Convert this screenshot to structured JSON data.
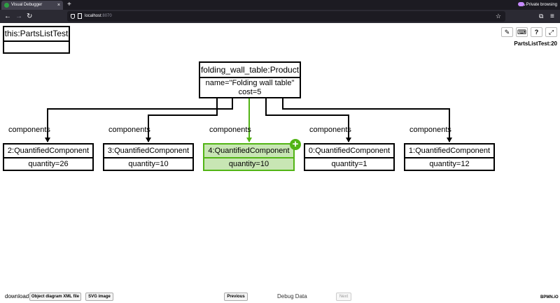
{
  "browser": {
    "tab_title": "Visual Debugger",
    "tab_close": "×",
    "new_tab": "+",
    "tab_list": "⌄",
    "private_label": "Private browsing",
    "url_host": "localhost",
    "url_port": ":8070",
    "nav": {
      "back": "←",
      "forward": "→",
      "reload": "↻"
    },
    "icons": [
      "shield-icon",
      "page-icon",
      "star-icon",
      "extensions-icon",
      "menu-icon"
    ],
    "star": "☆",
    "extensions": "⧉",
    "menu": "≡"
  },
  "toolbar": {
    "edit": "✎",
    "keyboard": "⌨",
    "help": "?",
    "fullscreen": "⤢",
    "line_ref": "PartsListTest:20"
  },
  "diagram": {
    "this_object": {
      "name": "this:PartsListTest",
      "body": ""
    },
    "product": {
      "name": "folding_wall_table:Product",
      "attr1": "name=\"Folding wall table\"",
      "attr2": "cost=5"
    },
    "edge_label": "components",
    "components": [
      {
        "name": "2:QuantifiedComponent",
        "attr": "quantity=26",
        "highlighted": false
      },
      {
        "name": "3:QuantifiedComponent",
        "attr": "quantity=10",
        "highlighted": false
      },
      {
        "name": "4:QuantifiedComponent",
        "attr": "quantity=10",
        "highlighted": true
      },
      {
        "name": "0:QuantifiedComponent",
        "attr": "quantity=1",
        "highlighted": false
      },
      {
        "name": "1:QuantifiedComponent",
        "attr": "quantity=12",
        "highlighted": false
      }
    ],
    "add_badge": "+",
    "colors": {
      "highlight_fill": "#c8e6b4",
      "highlight_stroke": "#52b415",
      "badge": "#52b415"
    }
  },
  "footer": {
    "download_label": "download",
    "xml_button": "Object diagram XML file",
    "svg_button": "SVG image",
    "previous_button": "Previous",
    "debug_label": "Debug Data",
    "next_button": "Next",
    "logo_text": "BPMN.iO"
  }
}
